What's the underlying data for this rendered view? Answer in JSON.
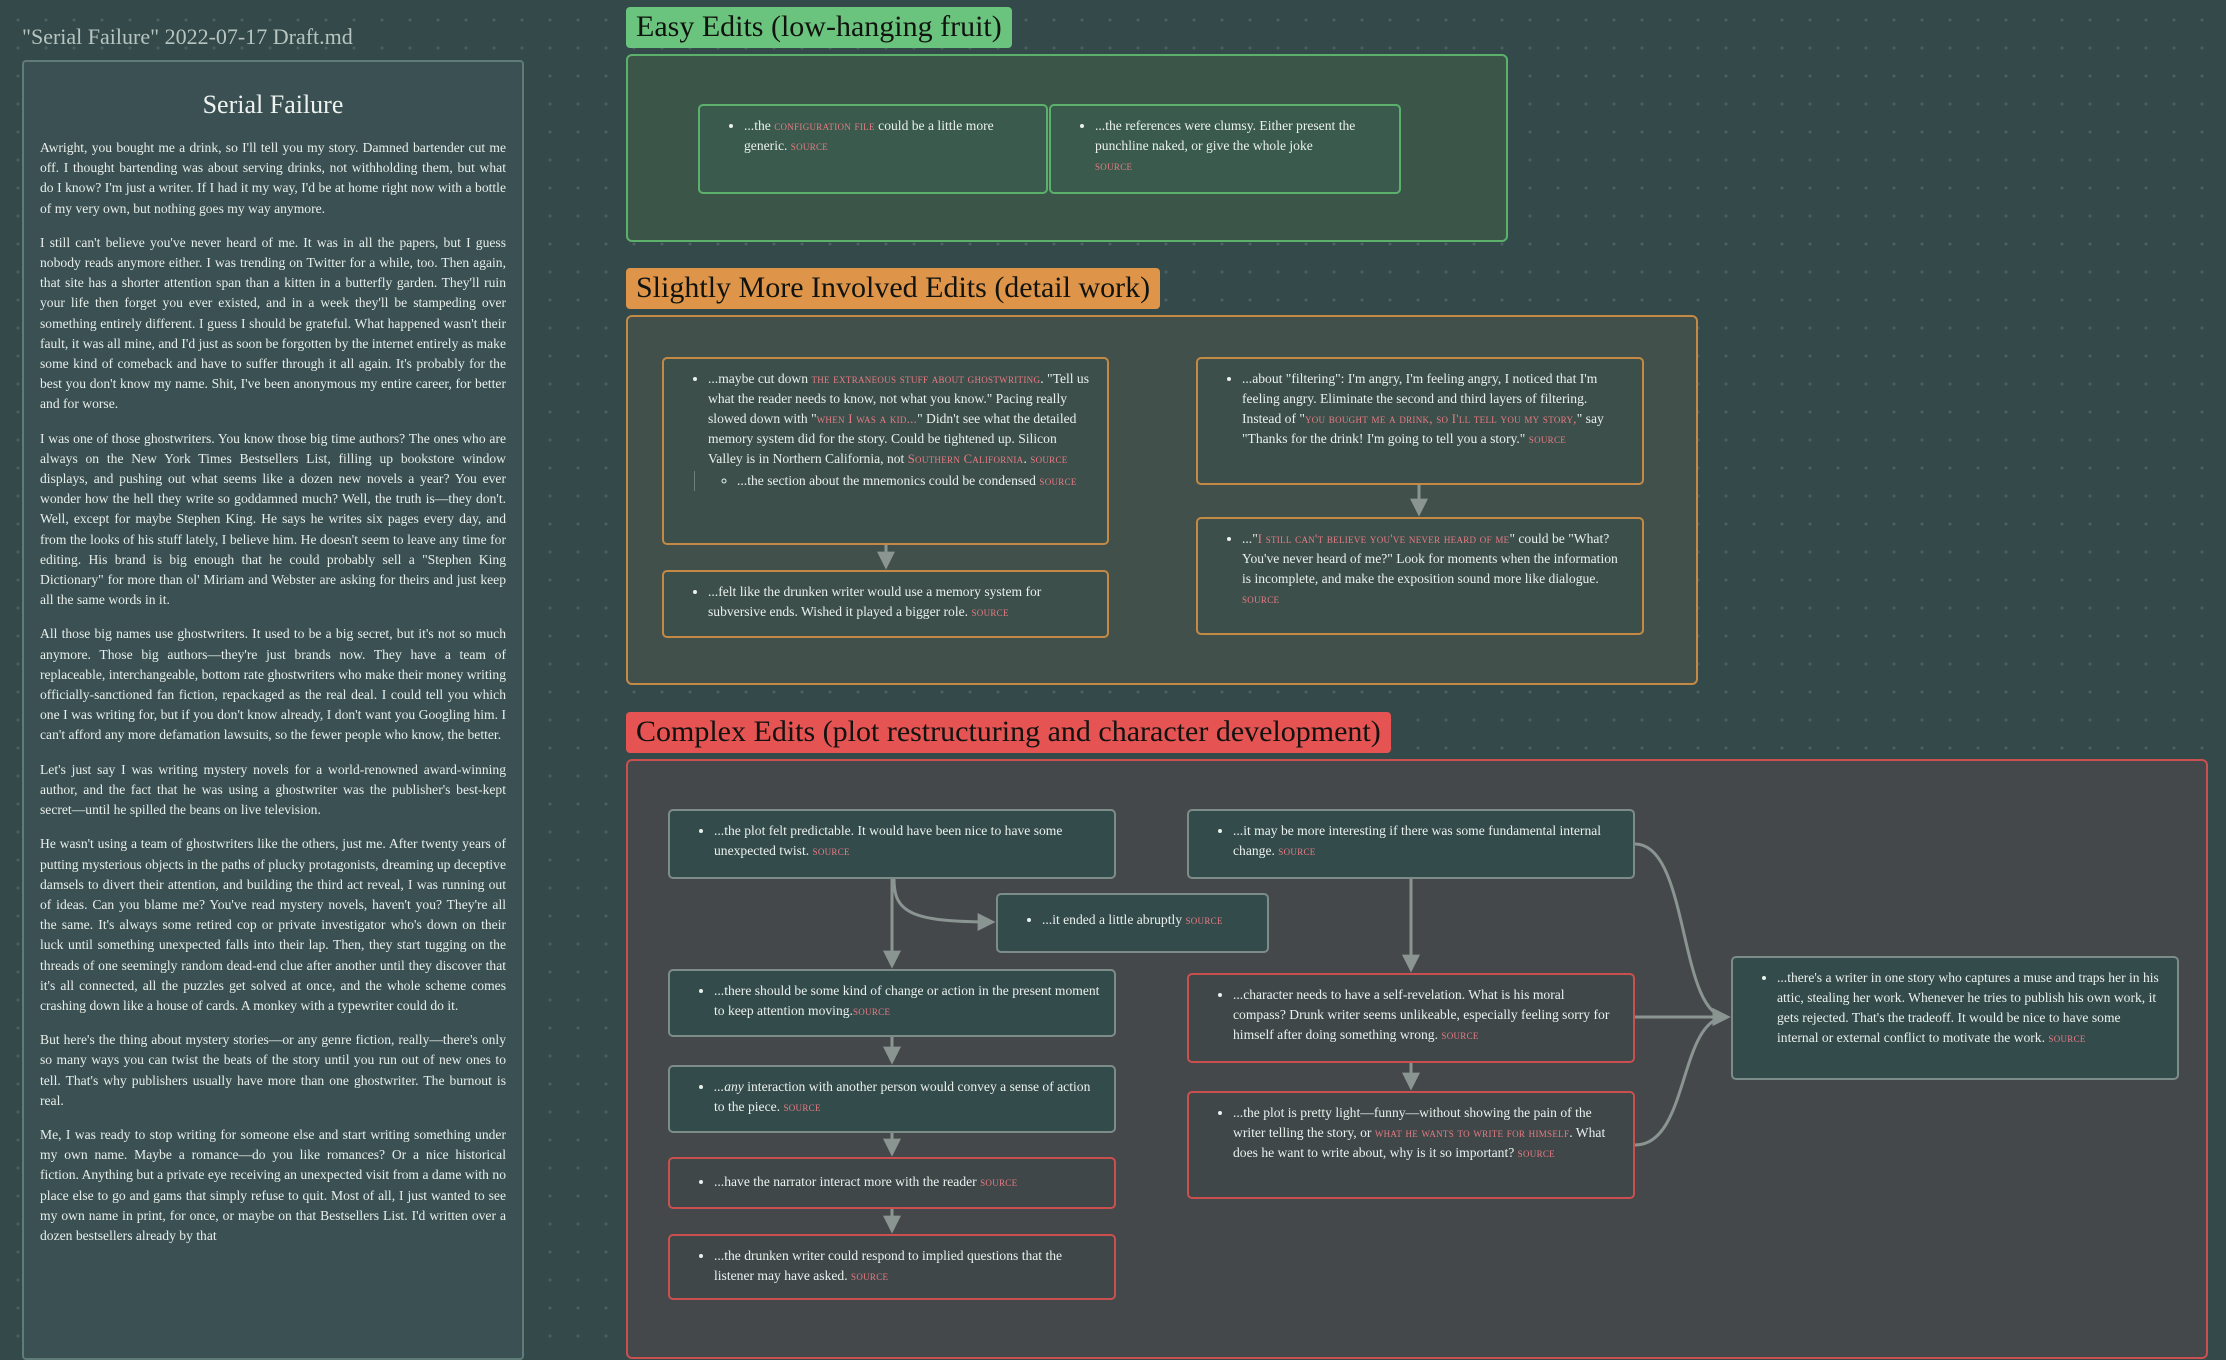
{
  "doc": {
    "filename": "\"Serial Failure\" 2022-07-17 Draft.md",
    "title": "Serial Failure",
    "paragraphs": [
      "Awright, you bought me a drink, so I'll tell you my story. Damned bartender cut me off. I thought bartending was about serving drinks, not withholding them, but what do I know? I'm just a writer. If I had it my way, I'd be at home right now with a bottle of my very own, but nothing goes my way anymore.",
      "I still can't believe you've never heard of me. It was in all the papers, but I guess nobody reads anymore either. I was trending on Twitter for a while, too. Then again, that site has a shorter attention span than a kitten in a butterfly garden. They'll ruin your life then forget you ever existed, and in a week they'll be stampeding over something entirely different. I guess I should be grateful. What happened wasn't their fault, it was all mine, and I'd just as soon be forgotten by the internet entirely as make some kind of comeback and have to suffer through it all again. It's probably for the best you don't know my name. Shit, I've been anonymous my entire career, for better and for worse.",
      "I was one of those ghostwriters. You know those big time authors? The ones who are always on the New York Times Bestsellers List, filling up bookstore window displays, and pushing out what seems like a dozen new novels a year? You ever wonder how the hell they write so goddamned much? Well, the truth is—they don't. Well, except for maybe Stephen King. He says he writes six pages every day, and from the looks of his stuff lately, I believe him. He doesn't seem to leave any time for editing. His brand is big enough that he could probably sell a \"Stephen King Dictionary\" for more than ol' Miriam and Webster are asking for theirs and just keep all the same words in it.",
      "All those big names use ghostwriters. It used to be a big secret, but it's not so much anymore. Those big authors—they're just brands now. They have a team of replaceable, interchangeable, bottom rate ghostwriters who make their money writing officially-sanctioned fan fiction, repackaged as the real deal. I could tell you which one I was writing for, but if you don't know already, I don't want you Googling him. I can't afford any more defamation lawsuits, so the fewer people who know, the better.",
      "Let's just say I was writing mystery novels for a world-renowned award-winning author, and the fact that he was using a ghostwriter was the publisher's best-kept secret—until he spilled the beans on live television.",
      "He wasn't using a team of ghostwriters like the others, just me. After twenty years of putting mysterious objects in the paths of plucky protagonists, dreaming up deceptive damsels to divert their attention, and building the third act reveal, I was running out of ideas. Can you blame me? You've read mystery novels, haven't you? They're all the same. It's always some retired cop or private investigator who's down on their luck until something unexpected falls into their lap. Then, they start tugging on the threads of one seemingly random dead-end clue after another until they discover that it's all connected, all the puzzles get solved at once, and the whole scheme comes crashing down like a house of cards. A monkey with a typewriter could do it.",
      "But here's the thing about mystery stories—or any genre fiction, really—there's only so many ways you can twist the beats of the story until you run out of new ones to tell. That's why publishers usually have more than one ghostwriter. The burnout is real.",
      "Me, I was ready to stop writing for someone else and start writing something under my own name. Maybe a romance—do you like romances? Or a nice historical fiction. Anything but a private eye receiving an unexpected visit from a dame with no place else to go and gams that simply refuse to quit. Most of all, I just wanted to see my own name in print, for once, or maybe on that Bestsellers List. I'd written over a dozen bestsellers already by that"
    ]
  },
  "groups": {
    "easy": {
      "label": "Easy Edits (low-hanging fruit)",
      "color": "#6ac47d"
    },
    "involved": {
      "label": "Slightly More Involved Edits (detail work)",
      "color": "#de954a"
    },
    "complex": {
      "label": "Complex Edits (plot restructuring and character development)",
      "color": "#e55353"
    }
  },
  "source_label": "source",
  "cards": {
    "easy_config": {
      "pre": "...the ",
      "link": "configuration file",
      "post": " could be a little more generic. "
    },
    "easy_refs": {
      "text": "...the references were clumsy. Either present the punchline naked, or give the whole joke"
    },
    "inv_ghost": {
      "pre": "...maybe cut down ",
      "link1": "the extraneous stuff about ghostwriting",
      "mid1": ". \"Tell us what the reader needs to know, not what you know.\" Pacing really slowed down with \"",
      "link2": "when I was a kid...",
      "mid2": "\" Didn't see what the detailed memory system did for the story. Could be tightened up. Silicon Valley is in Northern California, not ",
      "link3": "Southern California",
      "post": ". ",
      "sub": "...the section about the mnemonics could be condensed "
    },
    "inv_memory": {
      "text": "...felt like the drunken writer would use a memory system for subversive ends. Wished it played a bigger role. "
    },
    "inv_filter": {
      "pre": "...about \"filtering\": I'm angry, I'm feeling angry, I noticed that I'm feeling angry. Eliminate the second and third layers of filtering. Instead of \"",
      "link": "you bought me a drink, so I'll tell you my story,",
      "post": "\" say \"Thanks for the drink! I'm going to tell you a story.\" "
    },
    "inv_never": {
      "pre": "...\"",
      "link": "I still can't believe you've never heard of me",
      "post": "\" could be \"What? You've never heard of me?\" Look for moments when the information is incomplete, and make the exposition sound more like dialogue. "
    },
    "cx_predictable": {
      "text": "...the plot felt predictable. It would have been nice to have some unexpected twist. "
    },
    "cx_abrupt": {
      "text": "...it ended a little abruptly "
    },
    "cx_change_action": {
      "text": "...there should be some kind of change or action in the present moment to keep attention moving."
    },
    "cx_interaction": {
      "em": "...any",
      "text": " interaction with another person would convey a sense of action to the piece. "
    },
    "cx_narrator": {
      "text": "...have the narrator interact more with the reader "
    },
    "cx_respond": {
      "text": "...the drunken writer could respond to implied questions that the listener may have asked. "
    },
    "cx_internal": {
      "text": "...it may be more interesting if there was some fundamental internal change. "
    },
    "cx_revelation": {
      "text": "...character needs to have a self-revelation. What is his moral compass? Drunk writer seems unlikeable, especially feeling sorry for himself after doing something wrong. "
    },
    "cx_light": {
      "pre": "...the plot is pretty light—funny—without showing the pain of the writer telling the story, or ",
      "link": "what he wants to write for himself",
      "post": ". What does he want to write about, why is it so important? "
    },
    "cx_muse": {
      "text": "...there's a writer in one story who captures a muse and traps her in his attic, stealing her work. Whenever he tries to publish his own work, it gets rejected. That's the tradeoff. It would be nice to have some internal or external conflict to motivate the work. "
    }
  }
}
